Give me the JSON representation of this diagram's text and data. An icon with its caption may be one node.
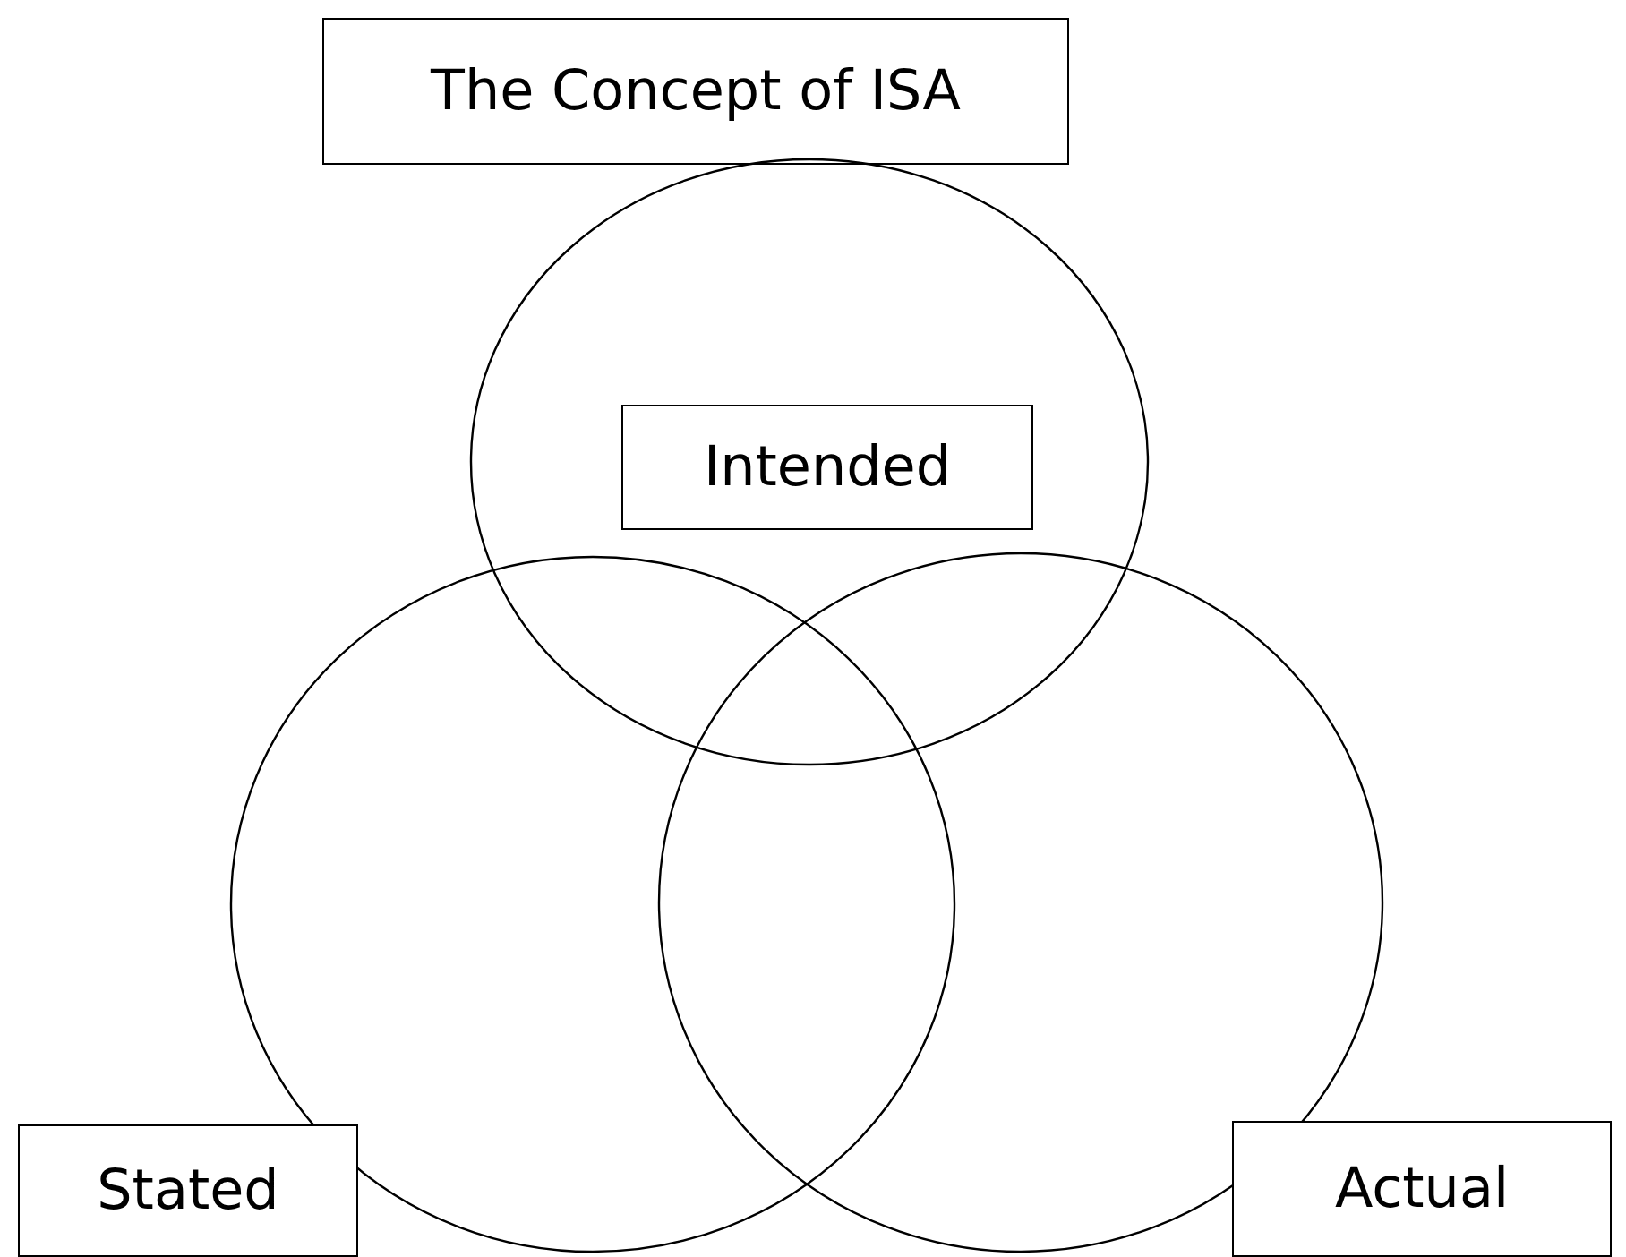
{
  "diagram": {
    "title": "The Concept of ISA",
    "nodes": [
      {
        "text": [],
        "shape": "circle"
      },
      {
        "text": [
          "Intended"
        ],
        "in": 0
      },
      {
        "text": [],
        "shape": "circle"
      },
      {
        "text": [],
        "shape": "circle"
      },
      {
        "text": [
          "Stated"
        ]
      },
      {
        "text": [
          "Actual"
        ]
      }
    ]
  }
}
